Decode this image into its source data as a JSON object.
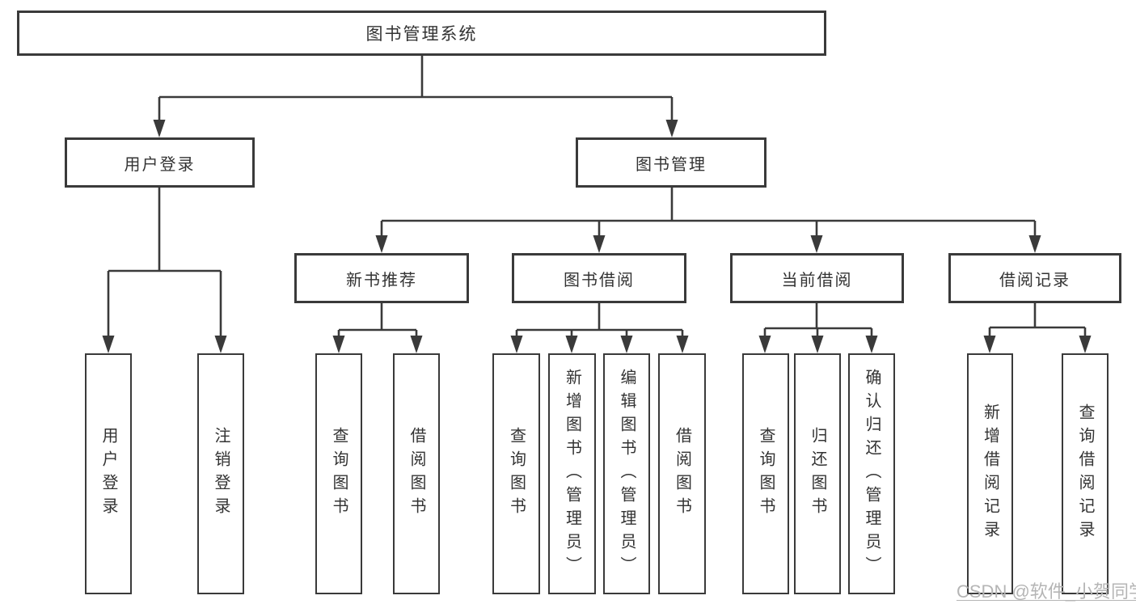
{
  "colors": {
    "line": "#3a3a3a",
    "text": "#333333",
    "box_bg": "#ffffff",
    "watermark": "#b5b5b5"
  },
  "watermark": "CSDN @软件_小贺同学",
  "tree": {
    "root": "图书管理系统",
    "branches": [
      {
        "label": "用户登录",
        "children": [
          {
            "label": "用户登录"
          },
          {
            "label": "注销登录"
          }
        ]
      },
      {
        "label": "图书管理",
        "children": [
          {
            "label": "新书推荐",
            "children": [
              {
                "label": "查询图书"
              },
              {
                "label": "借阅图书"
              }
            ]
          },
          {
            "label": "图书借阅",
            "children": [
              {
                "label": "查询图书"
              },
              {
                "label": "新增图书（管理员）"
              },
              {
                "label": "编辑图书（管理员）"
              },
              {
                "label": "借阅图书"
              }
            ]
          },
          {
            "label": "当前借阅",
            "children": [
              {
                "label": "查询图书"
              },
              {
                "label": "归还图书"
              },
              {
                "label": "确认归还（管理员）"
              }
            ]
          },
          {
            "label": "借阅记录",
            "children": [
              {
                "label": "新增借阅记录"
              },
              {
                "label": "查询借阅记录"
              }
            ]
          }
        ]
      }
    ]
  }
}
